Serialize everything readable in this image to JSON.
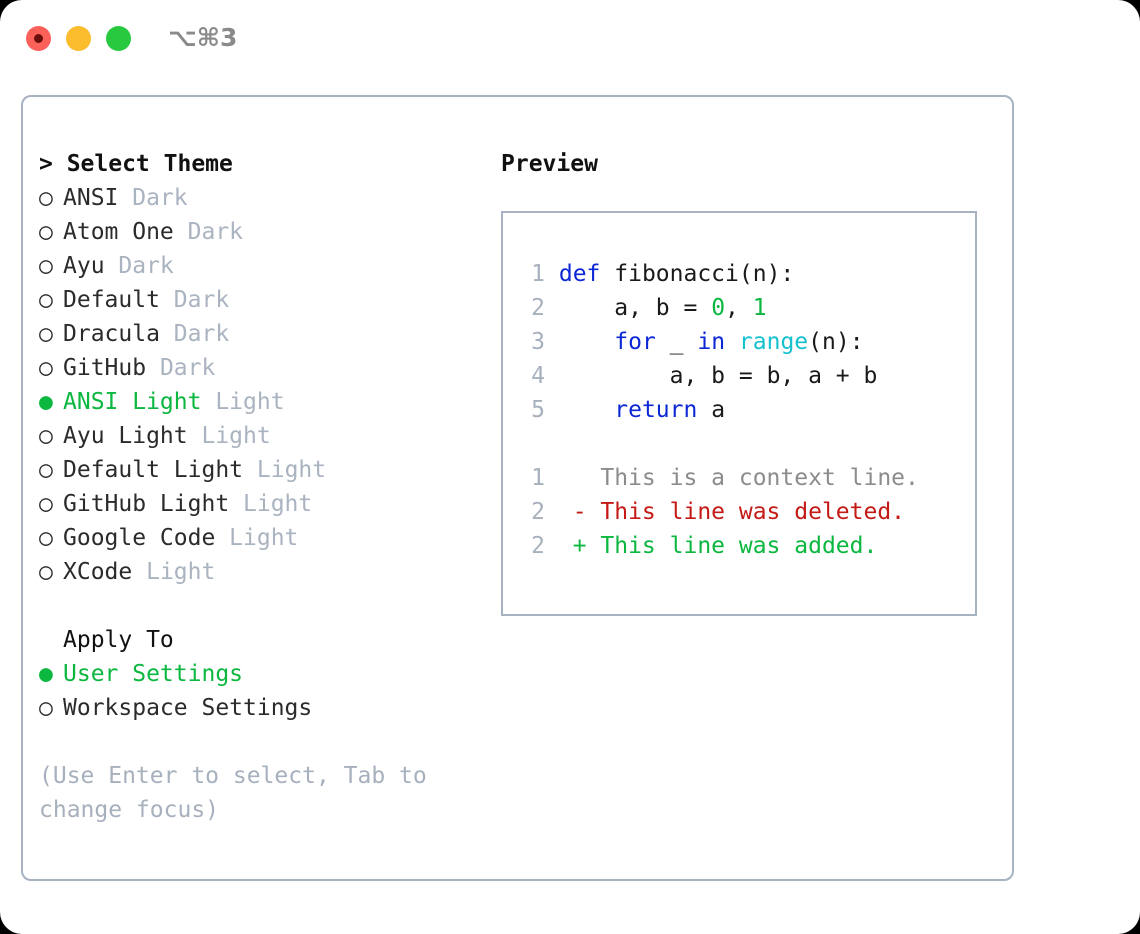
{
  "window": {
    "shortcut_label": "⌥⌘3",
    "traffic_lights": [
      {
        "name": "close",
        "color": "#fb6159"
      },
      {
        "name": "minimize",
        "color": "#fbbd2e"
      },
      {
        "name": "maximize",
        "color": "#28c93f"
      }
    ]
  },
  "theme_panel": {
    "heading": "> Select Theme",
    "bullet_selected": "●",
    "bullet_unselected": "○",
    "items": [
      {
        "name": "ANSI",
        "variant": "Dark",
        "selected": false
      },
      {
        "name": "Atom One",
        "variant": "Dark",
        "selected": false
      },
      {
        "name": "Ayu",
        "variant": "Dark",
        "selected": false
      },
      {
        "name": "Default",
        "variant": "Dark",
        "selected": false
      },
      {
        "name": "Dracula",
        "variant": "Dark",
        "selected": false
      },
      {
        "name": "GitHub",
        "variant": "Dark",
        "selected": false
      },
      {
        "name": "ANSI Light",
        "variant": "Light",
        "selected": true
      },
      {
        "name": "Ayu Light",
        "variant": "Light",
        "selected": false
      },
      {
        "name": "Default Light",
        "variant": "Light",
        "selected": false
      },
      {
        "name": "GitHub Light",
        "variant": "Light",
        "selected": false
      },
      {
        "name": "Google Code",
        "variant": "Light",
        "selected": false
      },
      {
        "name": "XCode",
        "variant": "Light",
        "selected": false
      }
    ]
  },
  "apply_to": {
    "label": "Apply To",
    "options": [
      {
        "name": "User Settings",
        "selected": true
      },
      {
        "name": "Workspace Settings",
        "selected": false
      }
    ]
  },
  "hint": "(Use Enter to select, Tab to change focus)",
  "preview": {
    "title": "Preview",
    "code": [
      {
        "lineno": "1",
        "tokens": [
          {
            "t": "def",
            "c": "kw"
          },
          {
            "t": " fibonacci(n):",
            "c": "fn"
          }
        ]
      },
      {
        "lineno": "2",
        "tokens": [
          {
            "t": "    a, b = ",
            "c": "fn"
          },
          {
            "t": "0",
            "c": "num"
          },
          {
            "t": ", ",
            "c": "fn"
          },
          {
            "t": "1",
            "c": "num"
          }
        ]
      },
      {
        "lineno": "3",
        "tokens": [
          {
            "t": "    ",
            "c": "fn"
          },
          {
            "t": "for",
            "c": "kw"
          },
          {
            "t": " _ ",
            "c": "fn"
          },
          {
            "t": "in",
            "c": "kw"
          },
          {
            "t": " ",
            "c": "fn"
          },
          {
            "t": "range",
            "c": "builtin"
          },
          {
            "t": "(n):",
            "c": "fn"
          }
        ]
      },
      {
        "lineno": "4",
        "tokens": [
          {
            "t": "        a, b = b, a + b",
            "c": "fn"
          }
        ]
      },
      {
        "lineno": "5",
        "tokens": [
          {
            "t": "    ",
            "c": "fn"
          },
          {
            "t": "return",
            "c": "kw"
          },
          {
            "t": " a",
            "c": "fn"
          }
        ]
      }
    ],
    "diff": [
      {
        "lineno": "1",
        "marker": " ",
        "text": "This is a context line.",
        "kind": "d-ctx"
      },
      {
        "lineno": "2",
        "marker": "-",
        "text": "This line was deleted.",
        "kind": "d-del"
      },
      {
        "lineno": "2",
        "marker": "+",
        "text": "This line was added.",
        "kind": "d-add"
      }
    ]
  },
  "colors": {
    "accent_green": "#0bb73f",
    "muted": "#aab3c0",
    "border": "#a7b2c2",
    "keyword": "#0b27d6",
    "builtin": "#13c1cf",
    "number": "#0bb73f",
    "diff_deleted": "#c41a16",
    "diff_added": "#0bb73f",
    "diff_context": "#8c8c8c"
  }
}
